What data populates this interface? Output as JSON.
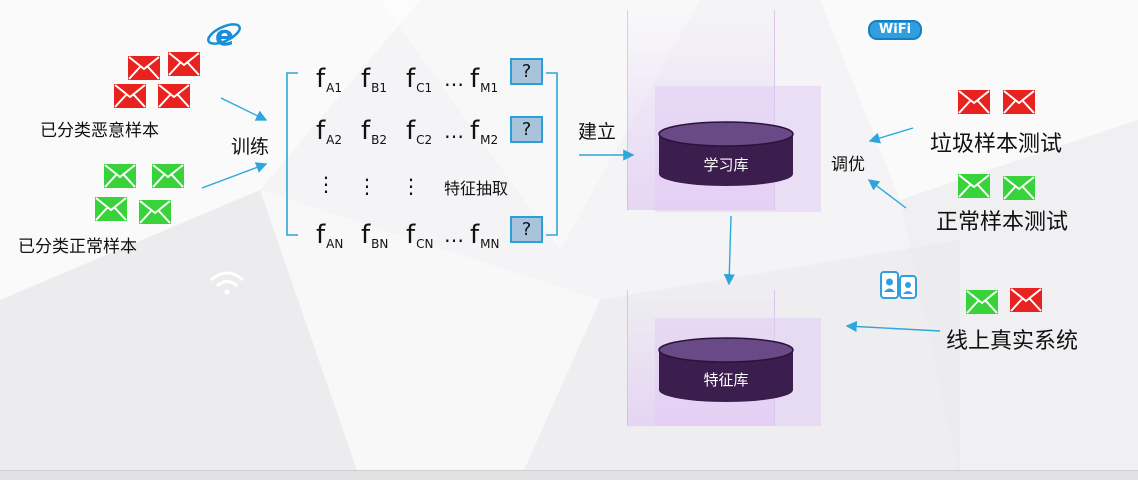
{
  "labels": {
    "classified_malicious": "已分类恶意样本",
    "classified_normal": "已分类正常样本",
    "train": "训练",
    "build": "建立",
    "feature_extract": "特征抽取",
    "learning_db": "学习库",
    "feature_db": "特征库",
    "tune": "调优",
    "spam_test": "垃圾样本测试",
    "normal_test": "正常样本测试",
    "live_system": "线上真实系统",
    "wifi": "WiFi"
  },
  "matrix": {
    "rows": [
      {
        "cells": [
          {
            "f": "f",
            "s": "A1"
          },
          {
            "f": "f",
            "s": "B1"
          },
          {
            "f": "f",
            "s": "C1"
          }
        ],
        "dots": "…",
        "last": {
          "f": "f",
          "s": "M1"
        },
        "q": "?"
      },
      {
        "cells": [
          {
            "f": "f",
            "s": "A2"
          },
          {
            "f": "f",
            "s": "B2"
          },
          {
            "f": "f",
            "s": "C2"
          }
        ],
        "dots": "…",
        "last": {
          "f": "f",
          "s": "M2"
        },
        "q": "?"
      },
      {
        "cells": [
          {
            "f": "f",
            "s": "AN"
          },
          {
            "f": "f",
            "s": "BN"
          },
          {
            "f": "f",
            "s": "CN"
          }
        ],
        "dots": "…",
        "last": {
          "f": "f",
          "s": "MN"
        },
        "q": "?"
      }
    ],
    "vdots": "⋮"
  },
  "colors": {
    "spam_mail": "#e8221f",
    "normal_mail": "#38d33a",
    "arrow": "#2ea6db",
    "db_top": "#6a4a86",
    "db_body": "#3b1d4e",
    "question_fill": "#a8c4dc"
  },
  "icons": [
    "ie-icon",
    "wifi-icon",
    "mobile-users-icon",
    "mail-icon"
  ]
}
